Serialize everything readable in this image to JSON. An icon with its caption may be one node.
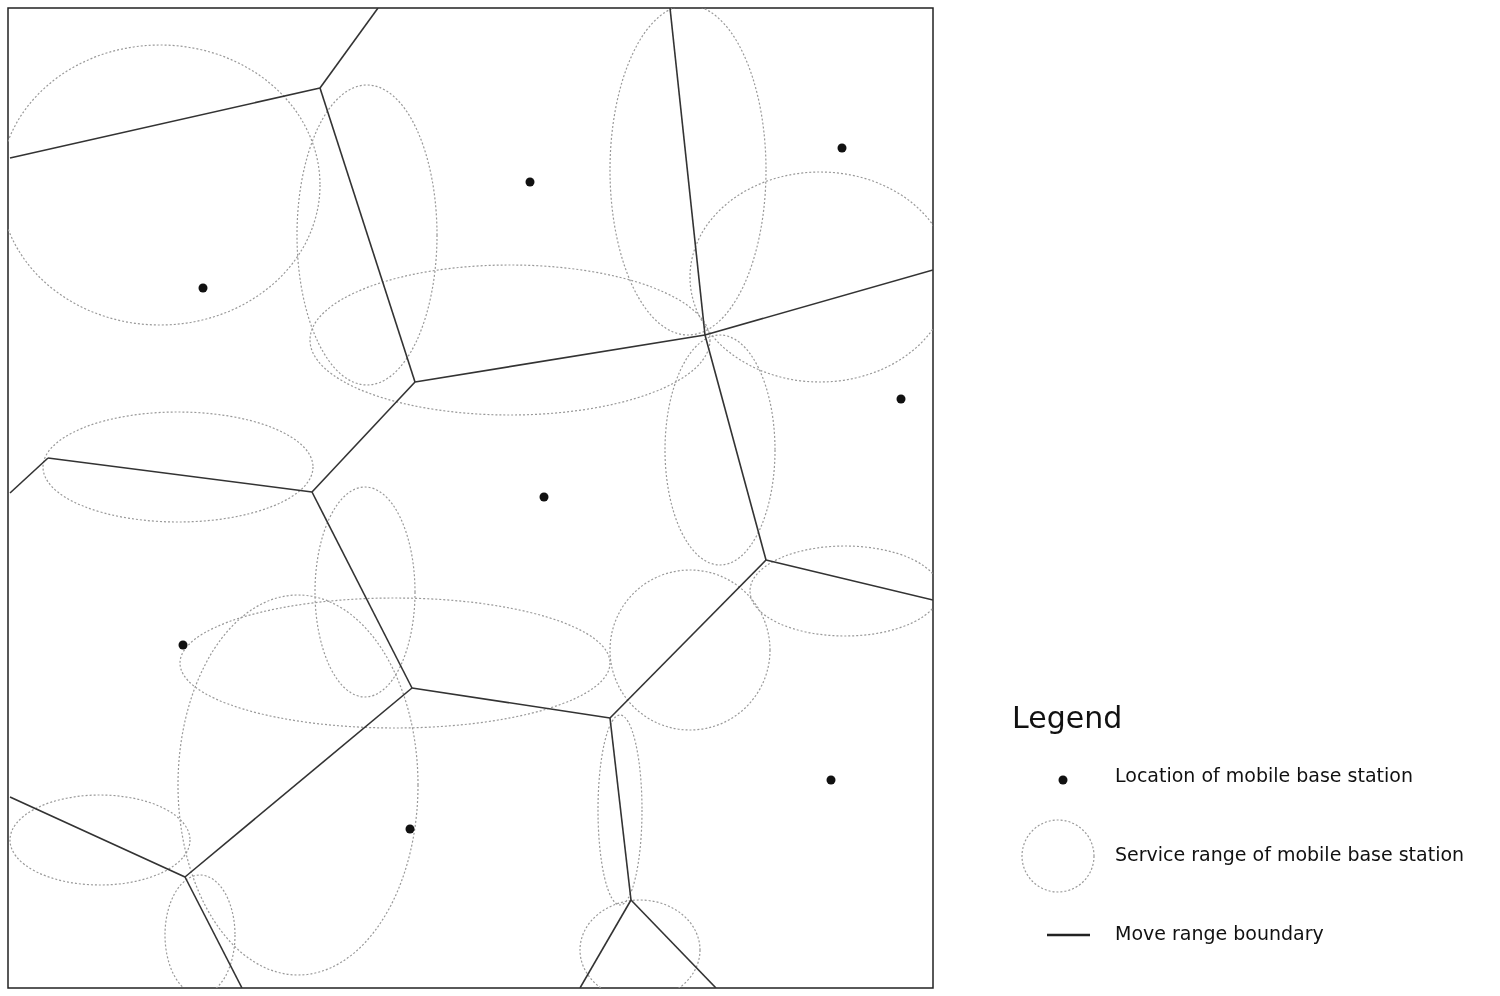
{
  "diagram": {
    "labels": [
      "Legend"
    ],
    "legend": [
      {
        "text": "Location of mobile base station"
      },
      {
        "text": "Service range of mobile base station"
      },
      {
        "text": "Move range boundary"
      }
    ]
  }
}
